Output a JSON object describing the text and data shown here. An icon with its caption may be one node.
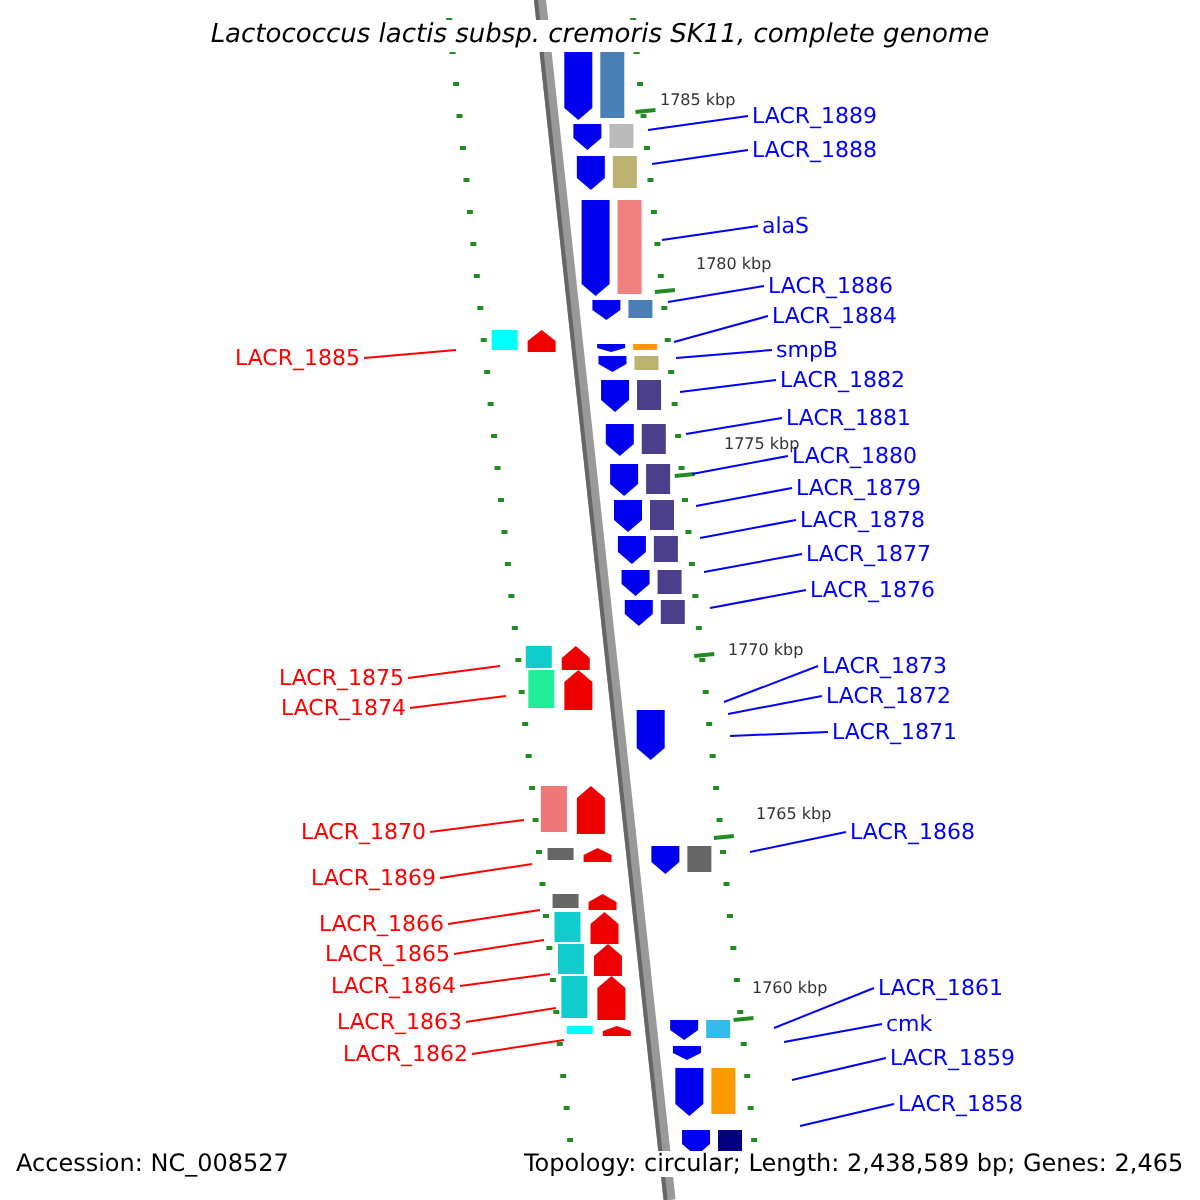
{
  "diagram": {
    "title": "Lactococcus lactis subsp. cremoris SK11, complete genome",
    "nodes": [
      {
        "text": [
          "LACR_1889"
        ]
      },
      {
        "text": [
          "LACR_1888"
        ]
      },
      {
        "text": [
          "alaS"
        ]
      },
      {
        "text": [
          "LACR_1886"
        ]
      },
      {
        "text": [
          "LACR_1884"
        ]
      },
      {
        "text": [
          "smpB"
        ]
      },
      {
        "text": [
          "LACR_1885"
        ]
      },
      {
        "text": [
          "LACR_1882"
        ]
      },
      {
        "text": [
          "LACR_1881"
        ]
      },
      {
        "text": [
          "LACR_1880"
        ]
      },
      {
        "text": [
          "LACR_1879"
        ]
      },
      {
        "text": [
          "LACR_1878"
        ]
      },
      {
        "text": [
          "LACR_1877"
        ]
      },
      {
        "text": [
          "LACR_1876"
        ]
      },
      {
        "text": [
          "LACR_1873"
        ]
      },
      {
        "text": [
          "LACR_1875"
        ]
      },
      {
        "text": [
          "LACR_1872"
        ]
      },
      {
        "text": [
          "LACR_1874"
        ]
      },
      {
        "text": [
          "LACR_1871"
        ]
      },
      {
        "text": [
          "LACR_1870"
        ]
      },
      {
        "text": [
          "LACR_1868"
        ]
      },
      {
        "text": [
          "LACR_1869"
        ]
      },
      {
        "text": [
          "LACR_1866"
        ]
      },
      {
        "text": [
          "LACR_1865"
        ]
      },
      {
        "text": [
          "LACR_1864"
        ]
      },
      {
        "text": [
          "LACR_1861"
        ]
      },
      {
        "text": [
          "LACR_1863"
        ]
      },
      {
        "text": [
          "cmk"
        ]
      },
      {
        "text": [
          "LACR_1862"
        ]
      },
      {
        "text": [
          "LACR_1859"
        ]
      },
      {
        "text": [
          "LACR_1858"
        ]
      }
    ],
    "edges": [
      {
        "from": 0,
        "to": null,
        "arrow": "none"
      },
      {
        "from": 1,
        "to": null,
        "arrow": "none"
      },
      {
        "from": 2,
        "to": null,
        "arrow": "none"
      },
      {
        "from": 3,
        "to": null,
        "arrow": "none"
      },
      {
        "from": 4,
        "to": null,
        "arrow": "none"
      },
      {
        "from": 5,
        "to": null,
        "arrow": "none"
      },
      {
        "from": 6,
        "to": null,
        "arrow": "none",
        "color": "#ff0000"
      },
      {
        "from": 7,
        "to": null,
        "arrow": "none"
      },
      {
        "from": 8,
        "to": null,
        "arrow": "none"
      },
      {
        "from": 9,
        "to": null,
        "arrow": "none"
      },
      {
        "from": 10,
        "to": null,
        "arrow": "none"
      },
      {
        "from": 11,
        "to": null,
        "arrow": "none"
      },
      {
        "from": 12,
        "to": null,
        "arrow": "none"
      },
      {
        "from": 13,
        "to": null,
        "arrow": "none"
      },
      {
        "from": 14,
        "to": null,
        "arrow": "none"
      },
      {
        "from": 15,
        "to": null,
        "arrow": "none",
        "color": "#ff0000"
      },
      {
        "from": 16,
        "to": null,
        "arrow": "none"
      },
      {
        "from": 17,
        "to": null,
        "arrow": "none",
        "color": "#ff0000"
      },
      {
        "from": 18,
        "to": null,
        "arrow": "none"
      },
      {
        "from": 19,
        "to": null,
        "arrow": "none",
        "color": "#ff0000"
      },
      {
        "from": 20,
        "to": null,
        "arrow": "none"
      },
      {
        "from": 21,
        "to": null,
        "arrow": "none",
        "color": "#ff0000"
      },
      {
        "from": 22,
        "to": null,
        "arrow": "none",
        "color": "#ff0000"
      },
      {
        "from": 23,
        "to": null,
        "arrow": "none",
        "color": "#ff0000"
      },
      {
        "from": 24,
        "to": null,
        "arrow": "none",
        "color": "#ff0000"
      },
      {
        "from": 25,
        "to": null,
        "arrow": "none"
      },
      {
        "from": 26,
        "to": null,
        "arrow": "none",
        "color": "#ff0000"
      },
      {
        "from": 27,
        "to": null,
        "arrow": "none"
      },
      {
        "from": 28,
        "to": null,
        "arrow": "none",
        "color": "#ff0000"
      },
      {
        "from": 29,
        "to": null,
        "arrow": "none"
      },
      {
        "from": 30,
        "to": null,
        "arrow": "none"
      }
    ],
    "labels": [
      "1785 kbp",
      "1780 kbp",
      "1775 kbp",
      "1770 kbp",
      "1765 kbp",
      "1760 kbp",
      "Accession: NC_008527",
      "Topology: circular; Length: 2,438,589 bp; Genes: 2,465"
    ]
  }
}
